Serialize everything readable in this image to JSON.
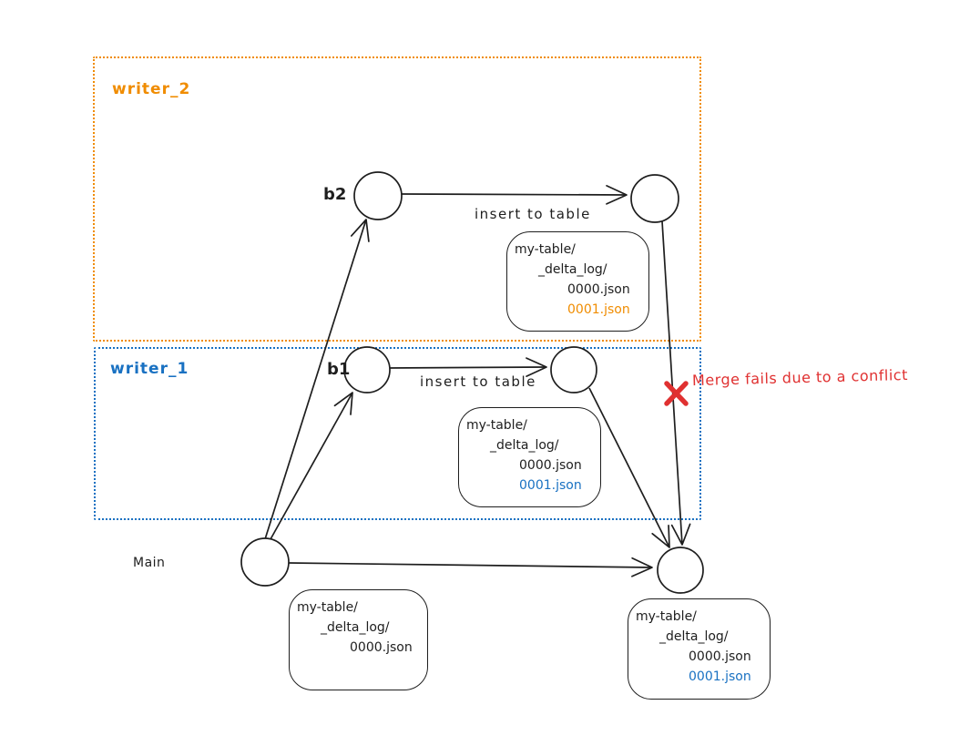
{
  "canvas": {
    "background": "#ffffff",
    "ink": "#1e1e1e"
  },
  "groups": {
    "writer_2": {
      "label": "writer_2",
      "color": "#f08c00"
    },
    "writer_1": {
      "label": "writer_1",
      "color": "#1971c2"
    }
  },
  "nodes": {
    "main_label": "Main",
    "b2_label": "b2",
    "b1_label": "b1"
  },
  "edges": {
    "writer_2_insert_label": "insert to table",
    "writer_1_insert_label": "insert to table"
  },
  "conflict": {
    "label": "Merge fails due to a conflict",
    "icon": "x-mark",
    "color": "#e03131"
  },
  "file_boxes": {
    "writer_2": {
      "lines": [
        {
          "text": "my-table/"
        },
        {
          "text": "_delta_log/"
        },
        {
          "text": "0000.json"
        },
        {
          "text": "0001.json",
          "color": "#f08c00"
        }
      ]
    },
    "writer_1": {
      "lines": [
        {
          "text": "my-table/"
        },
        {
          "text": "_delta_log/"
        },
        {
          "text": "0000.json"
        },
        {
          "text": "0001.json",
          "color": "#1971c2"
        }
      ]
    },
    "main_start": {
      "lines": [
        {
          "text": "my-table/"
        },
        {
          "text": "_delta_log/"
        },
        {
          "text": "0000.json"
        }
      ]
    },
    "main_merged": {
      "lines": [
        {
          "text": "my-table/"
        },
        {
          "text": "_delta_log/"
        },
        {
          "text": "0000.json"
        },
        {
          "text": "0001.json",
          "color": "#1971c2"
        }
      ]
    }
  }
}
